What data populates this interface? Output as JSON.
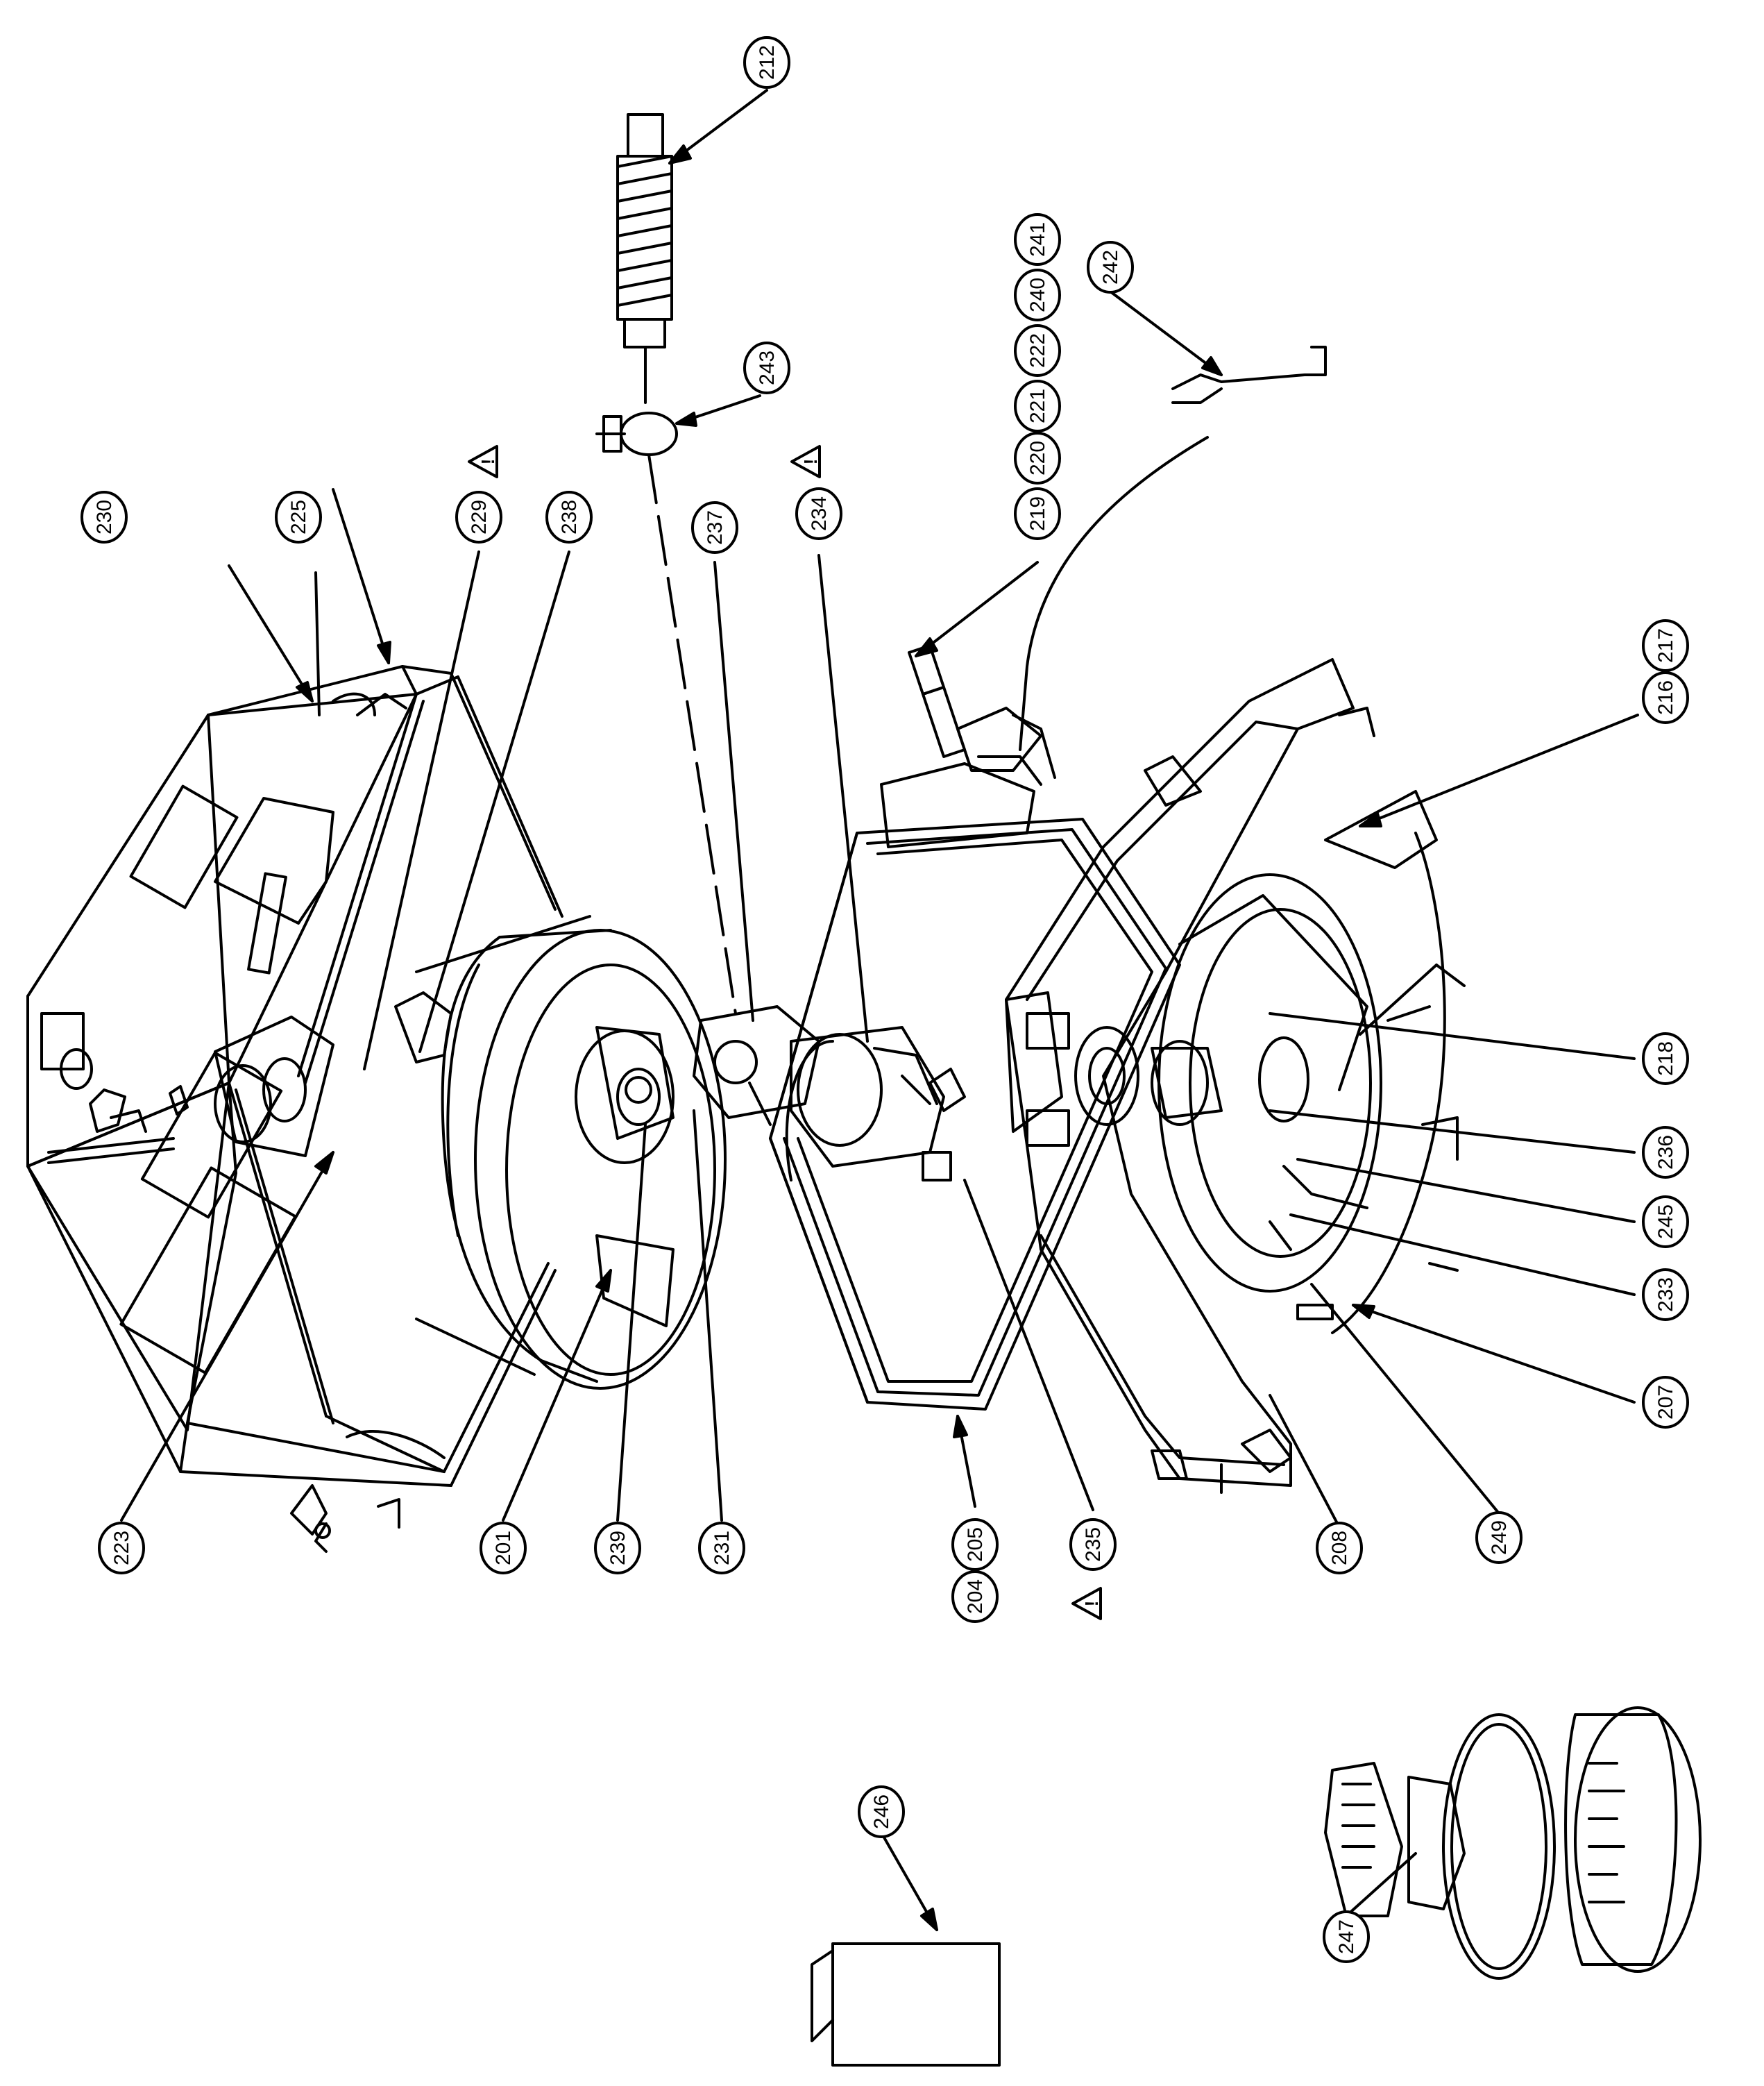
{
  "diagram": {
    "callouts": [
      {
        "id": "c212",
        "text": "212"
      },
      {
        "id": "c243",
        "text": "243"
      },
      {
        "id": "c241",
        "text": "241"
      },
      {
        "id": "c240",
        "text": "240"
      },
      {
        "id": "c222",
        "text": "222"
      },
      {
        "id": "c221",
        "text": "221"
      },
      {
        "id": "c220",
        "text": "220"
      },
      {
        "id": "c219",
        "text": "219"
      },
      {
        "id": "c242",
        "text": "242"
      },
      {
        "id": "c230",
        "text": "230"
      },
      {
        "id": "c225",
        "text": "225"
      },
      {
        "id": "c229",
        "text": "229"
      },
      {
        "id": "c238",
        "text": "238"
      },
      {
        "id": "c237",
        "text": "237"
      },
      {
        "id": "c234",
        "text": "234"
      },
      {
        "id": "c217",
        "text": "217"
      },
      {
        "id": "c216",
        "text": "216"
      },
      {
        "id": "c218",
        "text": "218"
      },
      {
        "id": "c236",
        "text": "236"
      },
      {
        "id": "c245",
        "text": "245"
      },
      {
        "id": "c233",
        "text": "233"
      },
      {
        "id": "c207",
        "text": "207"
      },
      {
        "id": "c249",
        "text": "249"
      },
      {
        "id": "c208",
        "text": "208"
      },
      {
        "id": "c223",
        "text": "223"
      },
      {
        "id": "c201",
        "text": "201"
      },
      {
        "id": "c239",
        "text": "239"
      },
      {
        "id": "c231",
        "text": "231"
      },
      {
        "id": "c204",
        "text": "204"
      },
      {
        "id": "c205",
        "text": "205"
      },
      {
        "id": "c235",
        "text": "235"
      },
      {
        "id": "c246",
        "text": "246"
      },
      {
        "id": "c247",
        "text": "247"
      }
    ],
    "warning_symbol": "!",
    "colors": {
      "ink": "#000000",
      "paper": "#ffffff"
    }
  }
}
